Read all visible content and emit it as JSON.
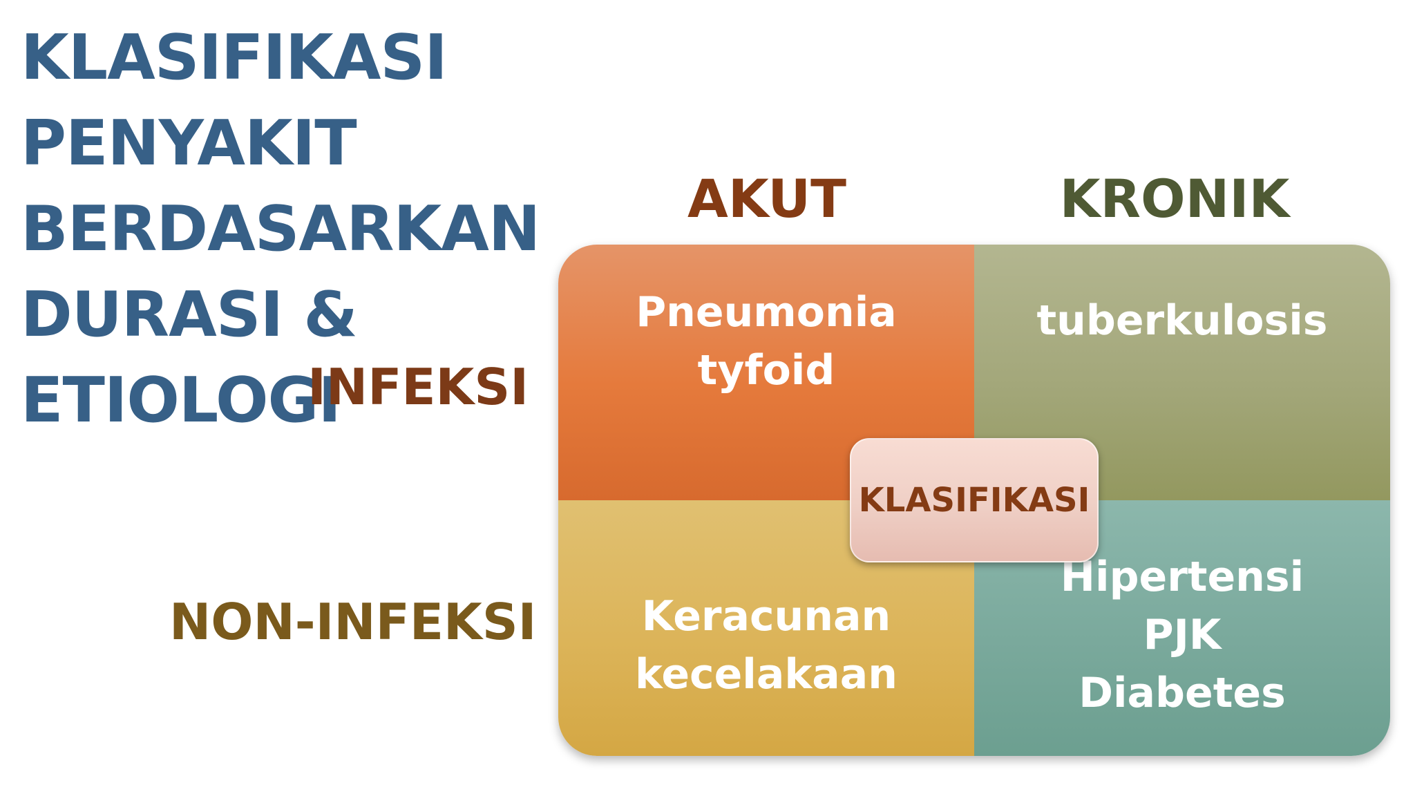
{
  "title": {
    "lines": [
      "KLASIFIKASI",
      "PENYAKIT",
      "BERDASARKAN",
      "DURASI &",
      "ETIOLOGI"
    ]
  },
  "columns": {
    "akut": "AKUT",
    "kronik": "KRONIK"
  },
  "rows": {
    "infeksi": "INFEKSI",
    "non_infeksi": "NON-INFEKSI"
  },
  "cells": {
    "akut_infeksi": [
      "Pneumonia",
      "tyfoid"
    ],
    "kronik_infeksi": [
      "tuberkulosis"
    ],
    "akut_non_infeksi": [
      "Keracunan",
      "kecelakaan"
    ],
    "kronik_non_infeksi": [
      "Hipertensi",
      "PJK",
      "Diabetes"
    ]
  },
  "center_label": "KLASIFIKASI",
  "colors": {
    "title": "#376087",
    "akut_label": "#843b14",
    "kronik_label": "#4f5a34",
    "infeksi_label": "#7c3a17",
    "non_infeksi_label": "#7a5a1c",
    "akut_infeksi_cell": "#e57a3c",
    "kronik_infeksi_cell": "#a3a77a",
    "akut_non_infeksi_cell": "#dcb459",
    "kronik_non_infeksi_cell": "#7aa99c",
    "center_box": "#efcfc5"
  }
}
